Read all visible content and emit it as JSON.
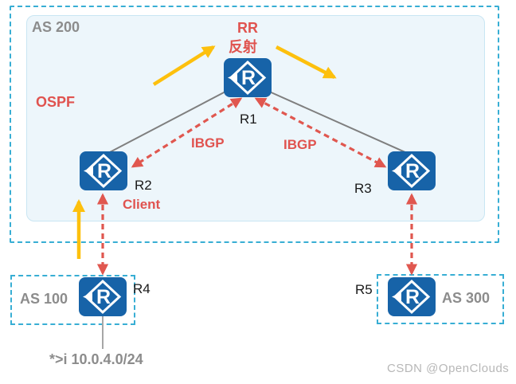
{
  "areas": {
    "as200": {
      "label": "AS 200"
    },
    "as100": {
      "label": "AS 100"
    },
    "as300": {
      "label": "AS 300"
    },
    "ospf": {
      "label": "OSPF"
    }
  },
  "annotations": {
    "rr": "RR",
    "reflect": "反射",
    "ibgp_left": "IBGP",
    "ibgp_right": "IBGP",
    "client": "Client",
    "route_entry": "*>i  10.0.4.0/24",
    "watermark": "CSDN @OpenClouds"
  },
  "routers": {
    "r1": {
      "label": "R1"
    },
    "r2": {
      "label": "R2"
    },
    "r3": {
      "label": "R3"
    },
    "r4": {
      "label": "R4"
    },
    "r5": {
      "label": "R5"
    }
  },
  "colors": {
    "router_fill": "#1763a8",
    "accent_red": "#e0574f",
    "accent_yellow": "#fdc00d",
    "boundary_cyan": "#38aed4",
    "gray_text": "#8c8c8c",
    "line_gray": "#7f7f7f",
    "ospf_area_fill": "#edf6fb"
  }
}
